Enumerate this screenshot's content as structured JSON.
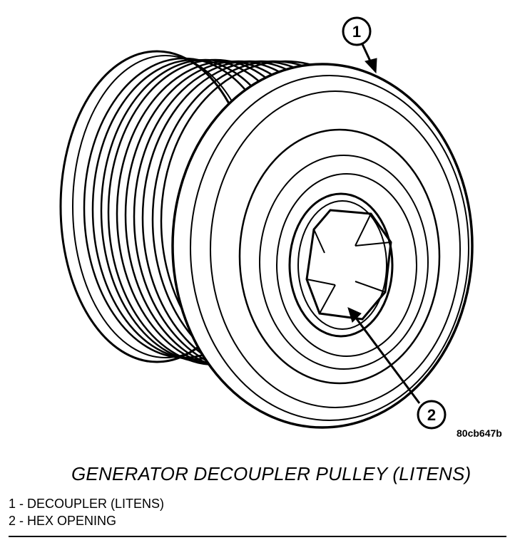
{
  "figure": {
    "id": "80cb647b",
    "title": "GENERATOR DECOUPLER PULLEY (LITENS)"
  },
  "callouts": [
    {
      "number": "1",
      "label": "DECOUPLER (LITENS)"
    },
    {
      "number": "2",
      "label": "HEX OPENING"
    }
  ],
  "legend": [
    "1 - DECOUPLER (LITENS)",
    "2 - HEX OPENING"
  ]
}
